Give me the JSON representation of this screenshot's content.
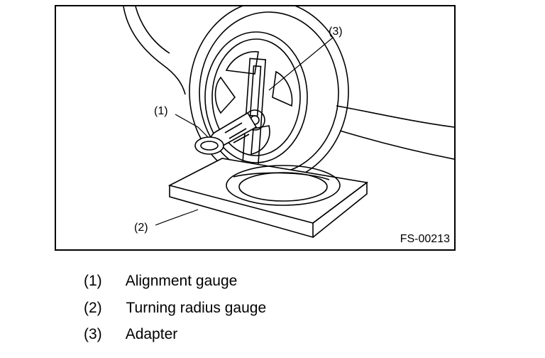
{
  "figure": {
    "code": "FS-00213",
    "callouts": {
      "c1": "(1)",
      "c2": "(2)",
      "c3": "(3)"
    }
  },
  "legend": [
    {
      "num": "(1)",
      "label": "Alignment gauge"
    },
    {
      "num": "(2)",
      "label": "Turning radius gauge"
    },
    {
      "num": "(3)",
      "label": "Adapter"
    }
  ]
}
